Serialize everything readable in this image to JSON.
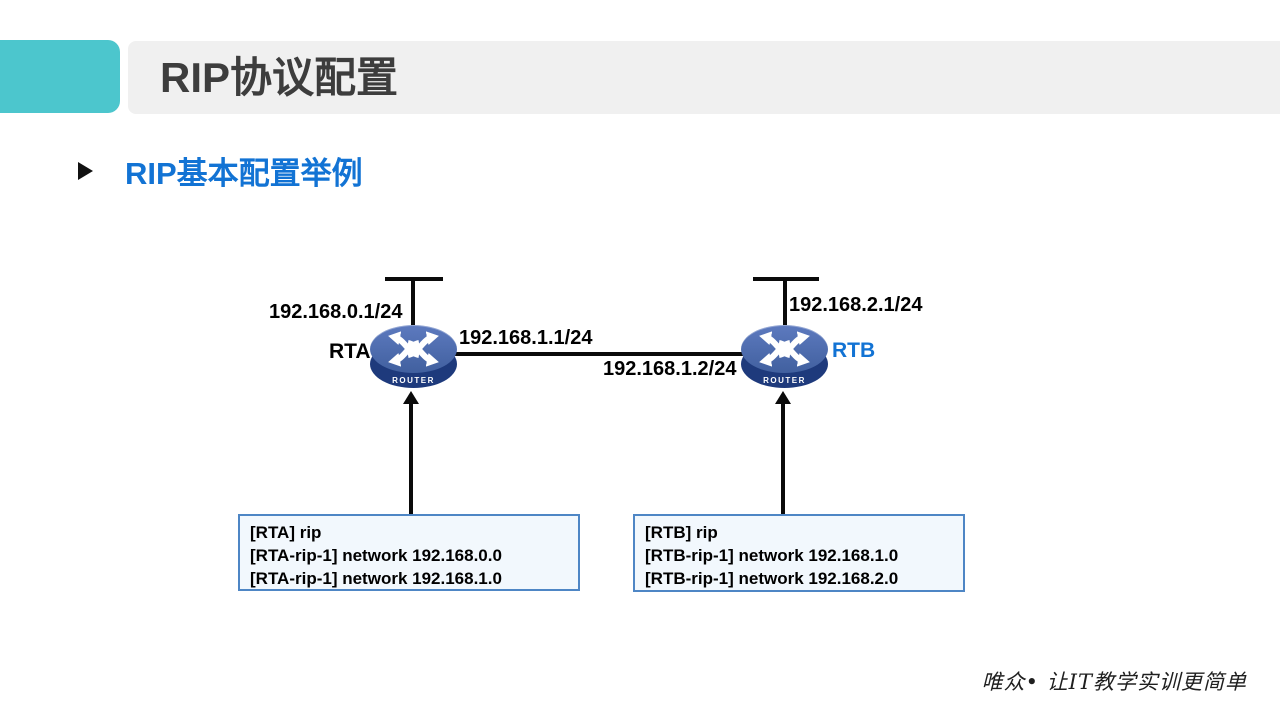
{
  "slide": {
    "title": "RIP协议配置",
    "subtitle": "RIP基本配置举例",
    "footer": "唯众• 让IT教学实训更简单"
  },
  "diagram": {
    "rta": {
      "name": "RTA",
      "device_type": "ROUTER",
      "lan_ip": "192.168.0.1/24",
      "link_ip": "192.168.1.1/24"
    },
    "rtb": {
      "name": "RTB",
      "device_type": "ROUTER",
      "lan_ip": "192.168.2.1/24",
      "link_ip": "192.168.1.2/24"
    }
  },
  "config": {
    "rta_lines": [
      "[RTA] rip",
      "[RTA-rip-1] network 192.168.0.0",
      "[RTA-rip-1] network 192.168.1.0"
    ],
    "rtb_lines": [
      "[RTB] rip",
      "[RTB-rip-1] network 192.168.1.0",
      "[RTB-rip-1] network 192.168.2.0"
    ]
  },
  "colors": {
    "accent_teal": "#4cc6cd",
    "title_bar_bg": "#f0f0f0",
    "title_text": "#3d3d3d",
    "brand_blue": "#1273d4",
    "router_side": "#1e3a7c",
    "box_fill": "#f2f8fd",
    "box_border": "#4e86c5"
  }
}
